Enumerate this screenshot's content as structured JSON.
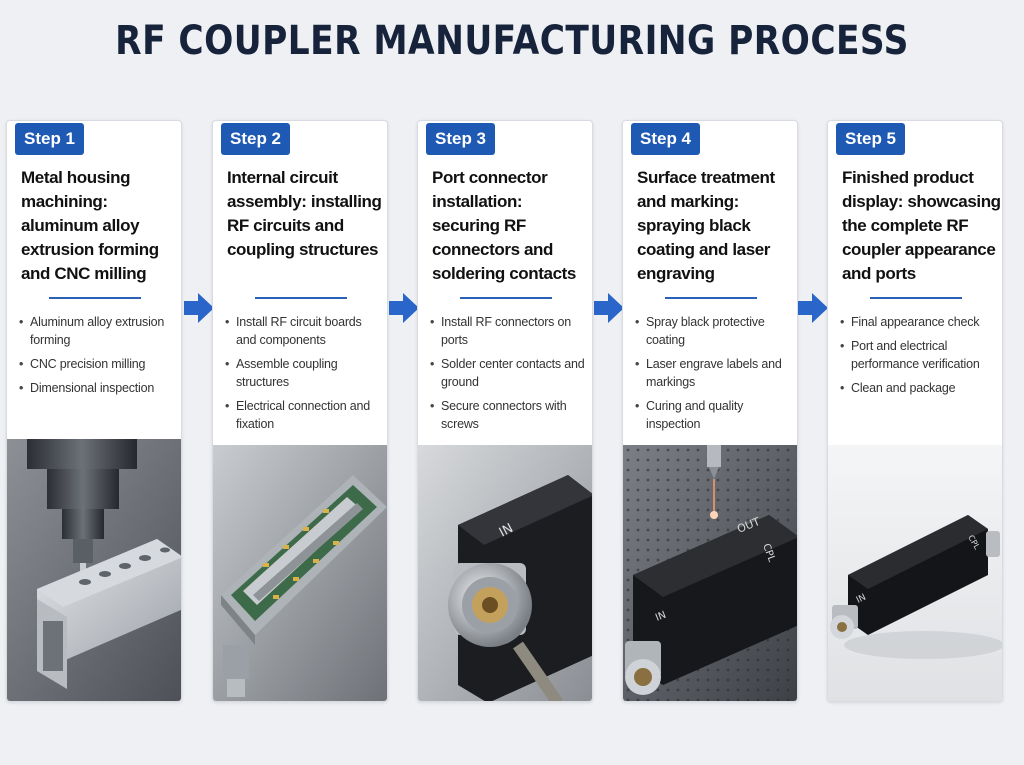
{
  "title": "RF COUPLER MANUFACTURING PROCESS",
  "steps": [
    {
      "badge": "Step 1",
      "heading": "Metal housing machining: aluminum alloy extrusion forming and CNC milling",
      "bullets": [
        "Aluminum alloy extrusion forming",
        "CNC precision milling",
        "Dimensional inspection"
      ],
      "image": "cnc-milling-photo"
    },
    {
      "badge": "Step 2",
      "heading": "Internal circuit assembly: installing RF circuits and coupling structures",
      "bullets": [
        "Install RF circuit boards and components",
        "Assemble coupling structures",
        "Electrical connection and fixation"
      ],
      "image": "circuit-assembly-photo"
    },
    {
      "badge": "Step 3",
      "heading": "Port connector installation: securing RF connectors and soldering contacts",
      "bullets": [
        "Install RF connectors on ports",
        "Solder center contacts and ground",
        "Secure connectors with screws"
      ],
      "image": "connector-soldering-photo"
    },
    {
      "badge": "Step 4",
      "heading": "Surface treatment and marking: spraying black coating and laser engraving",
      "bullets": [
        "Spray black protective coating",
        "Laser engrave labels and markings",
        "Curing and quality inspection"
      ],
      "image": "laser-engraving-photo"
    },
    {
      "badge": "Step 5",
      "heading": "Finished product display: showcasing the complete RF coupler appearance and ports",
      "bullets": [
        "Final appearance check",
        "Port and electrical performance verification",
        "Clean and package"
      ],
      "image": "finished-product-photo"
    }
  ],
  "engravings": {
    "in": "IN",
    "out": "OUT",
    "cpl": "CPL"
  },
  "colors": {
    "badge": "#1e59b3",
    "arrow": "#2a66c9",
    "divider": "#2a60b5",
    "title": "#17233a"
  }
}
